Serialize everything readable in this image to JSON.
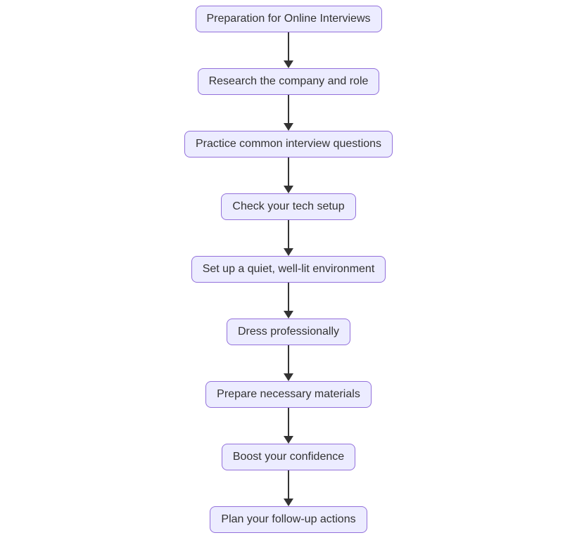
{
  "diagram": {
    "type": "flowchart-top-down",
    "colors": {
      "background": "#ffffff",
      "node_fill": "#ECECFF",
      "node_border": "#9370DB",
      "text": "#333333",
      "arrow": "#333333"
    },
    "nodes": [
      {
        "id": "preparation",
        "label": "Preparation for Online Interviews"
      },
      {
        "id": "research",
        "label": "Research the company and role"
      },
      {
        "id": "practice",
        "label": "Practice common interview questions"
      },
      {
        "id": "tech-setup",
        "label": "Check your tech setup"
      },
      {
        "id": "environment",
        "label": "Set up a quiet, well-lit environment"
      },
      {
        "id": "dress",
        "label": "Dress professionally"
      },
      {
        "id": "materials",
        "label": "Prepare necessary materials"
      },
      {
        "id": "confidence",
        "label": "Boost your confidence"
      },
      {
        "id": "follow-up",
        "label": "Plan your follow-up actions"
      }
    ],
    "edges": [
      {
        "from": "preparation",
        "to": "research"
      },
      {
        "from": "research",
        "to": "practice"
      },
      {
        "from": "practice",
        "to": "tech-setup"
      },
      {
        "from": "tech-setup",
        "to": "environment"
      },
      {
        "from": "environment",
        "to": "dress"
      },
      {
        "from": "dress",
        "to": "materials"
      },
      {
        "from": "materials",
        "to": "confidence"
      },
      {
        "from": "confidence",
        "to": "follow-up"
      }
    ]
  }
}
